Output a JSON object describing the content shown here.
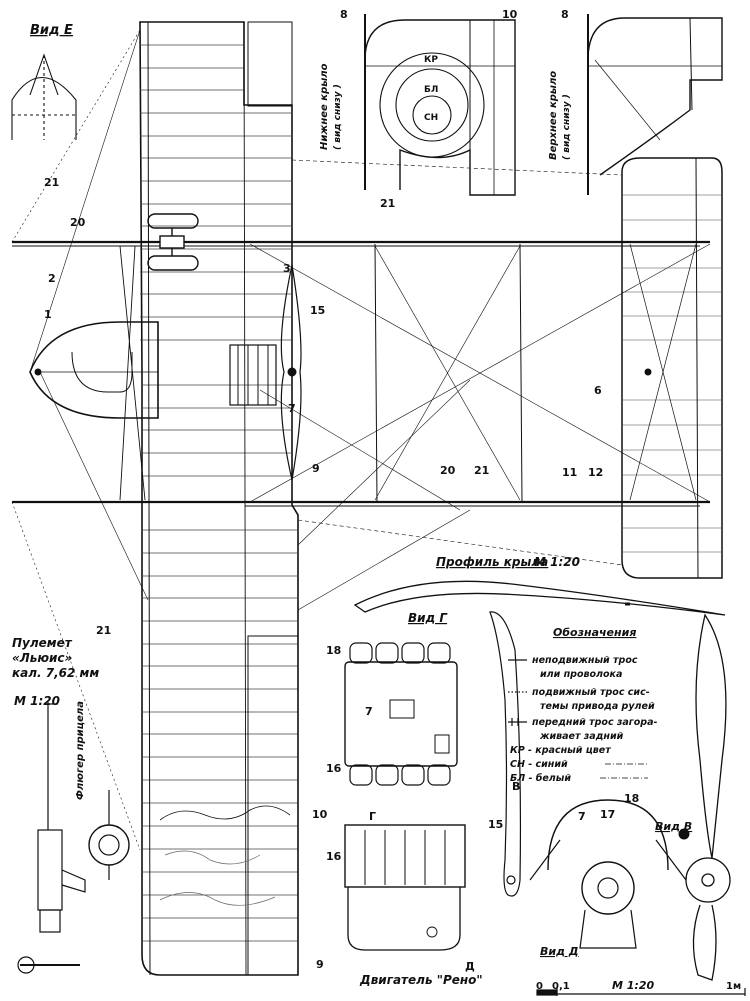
{
  "views": {
    "view_e": "Вид Е",
    "view_g": "Вид Г",
    "view_v": "Вид В",
    "view_d": "Вид Д",
    "lower_wing": "Нижнее крыло",
    "lower_wing_sub": "( вид снизу )",
    "upper_wing": "Верхнее крыло",
    "upper_wing_sub": "( вид снизу )",
    "profile": "Профиль крыла",
    "profile_scale": "М 1:20",
    "engine": "Двигатель \"Рено\""
  },
  "gun": {
    "line1": "Пулемет",
    "line2": "«Льюис»",
    "line3": "кал. 7,62 мм",
    "scale": "М 1:20",
    "vane": "Флюгер прицела"
  },
  "roundel": {
    "outer": "КР",
    "middle": "БЛ",
    "inner": "СН"
  },
  "legend": {
    "title": "Обозначения",
    "items": [
      "неподвижный трос",
      "или проволока",
      "подвижный трос сис-",
      "темы привода рулей",
      "передний трос загора-",
      "живает задний",
      "КР - красный цвет",
      "СН - синий",
      "БЛ - белый"
    ]
  },
  "scale_bar": {
    "zero": "0",
    "tenth": "0,1",
    "label": "М 1:20",
    "end": "1м"
  },
  "arrows": {
    "v": "В",
    "g": "Г",
    "d": "Д"
  },
  "callouts": {
    "c1": "1",
    "c2": "2",
    "c3": "3",
    "c6": "6",
    "c7a": "7",
    "c7b": "7",
    "c7c": "7",
    "c8a": "8",
    "c8b": "8",
    "c9a": "9",
    "c9b": "9",
    "c10a": "10",
    "c10b": "10",
    "c11": "11",
    "c12": "12",
    "c15a": "15",
    "c15b": "15",
    "c16a": "16",
    "c16b": "16",
    "c17": "17",
    "c18a": "18",
    "c18b": "18",
    "c20a": "20",
    "c20b": "20",
    "c21a": "21",
    "c21b": "21",
    "c21c": "21",
    "c21d": "21"
  }
}
